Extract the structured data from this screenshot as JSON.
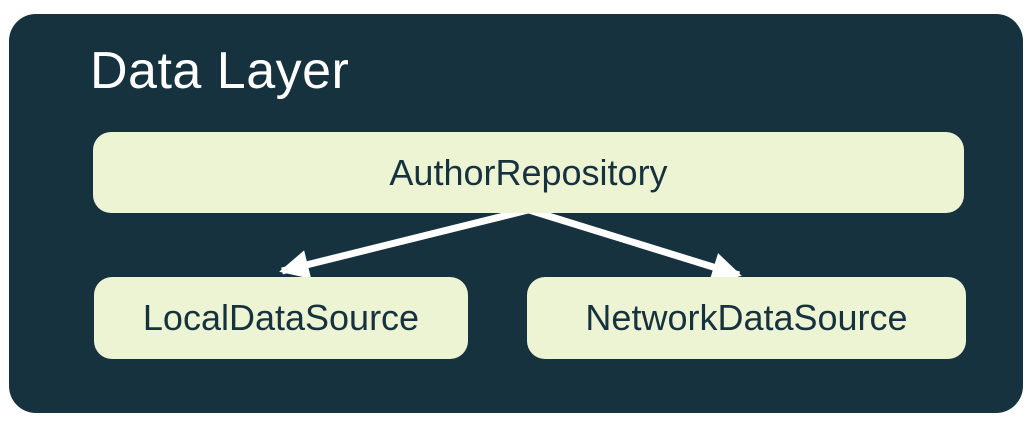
{
  "diagram": {
    "title": "Data Layer",
    "nodes": [
      {
        "id": "author-repository",
        "label": "AuthorRepository"
      },
      {
        "id": "local-data-source",
        "label": "LocalDataSource"
      },
      {
        "id": "network-data-source",
        "label": "NetworkDataSource"
      }
    ],
    "edges": [
      {
        "from": "AuthorRepository",
        "to": "LocalDataSource"
      },
      {
        "from": "AuthorRepository",
        "to": "NetworkDataSource"
      }
    ],
    "colors": {
      "page_bg": "#FFFFFF",
      "container_bg": "#17323F",
      "node_bg": "#EDF4D3",
      "node_text": "#17323F",
      "title_text": "#FFFFFF",
      "arrow": "#FFFFFF"
    }
  }
}
